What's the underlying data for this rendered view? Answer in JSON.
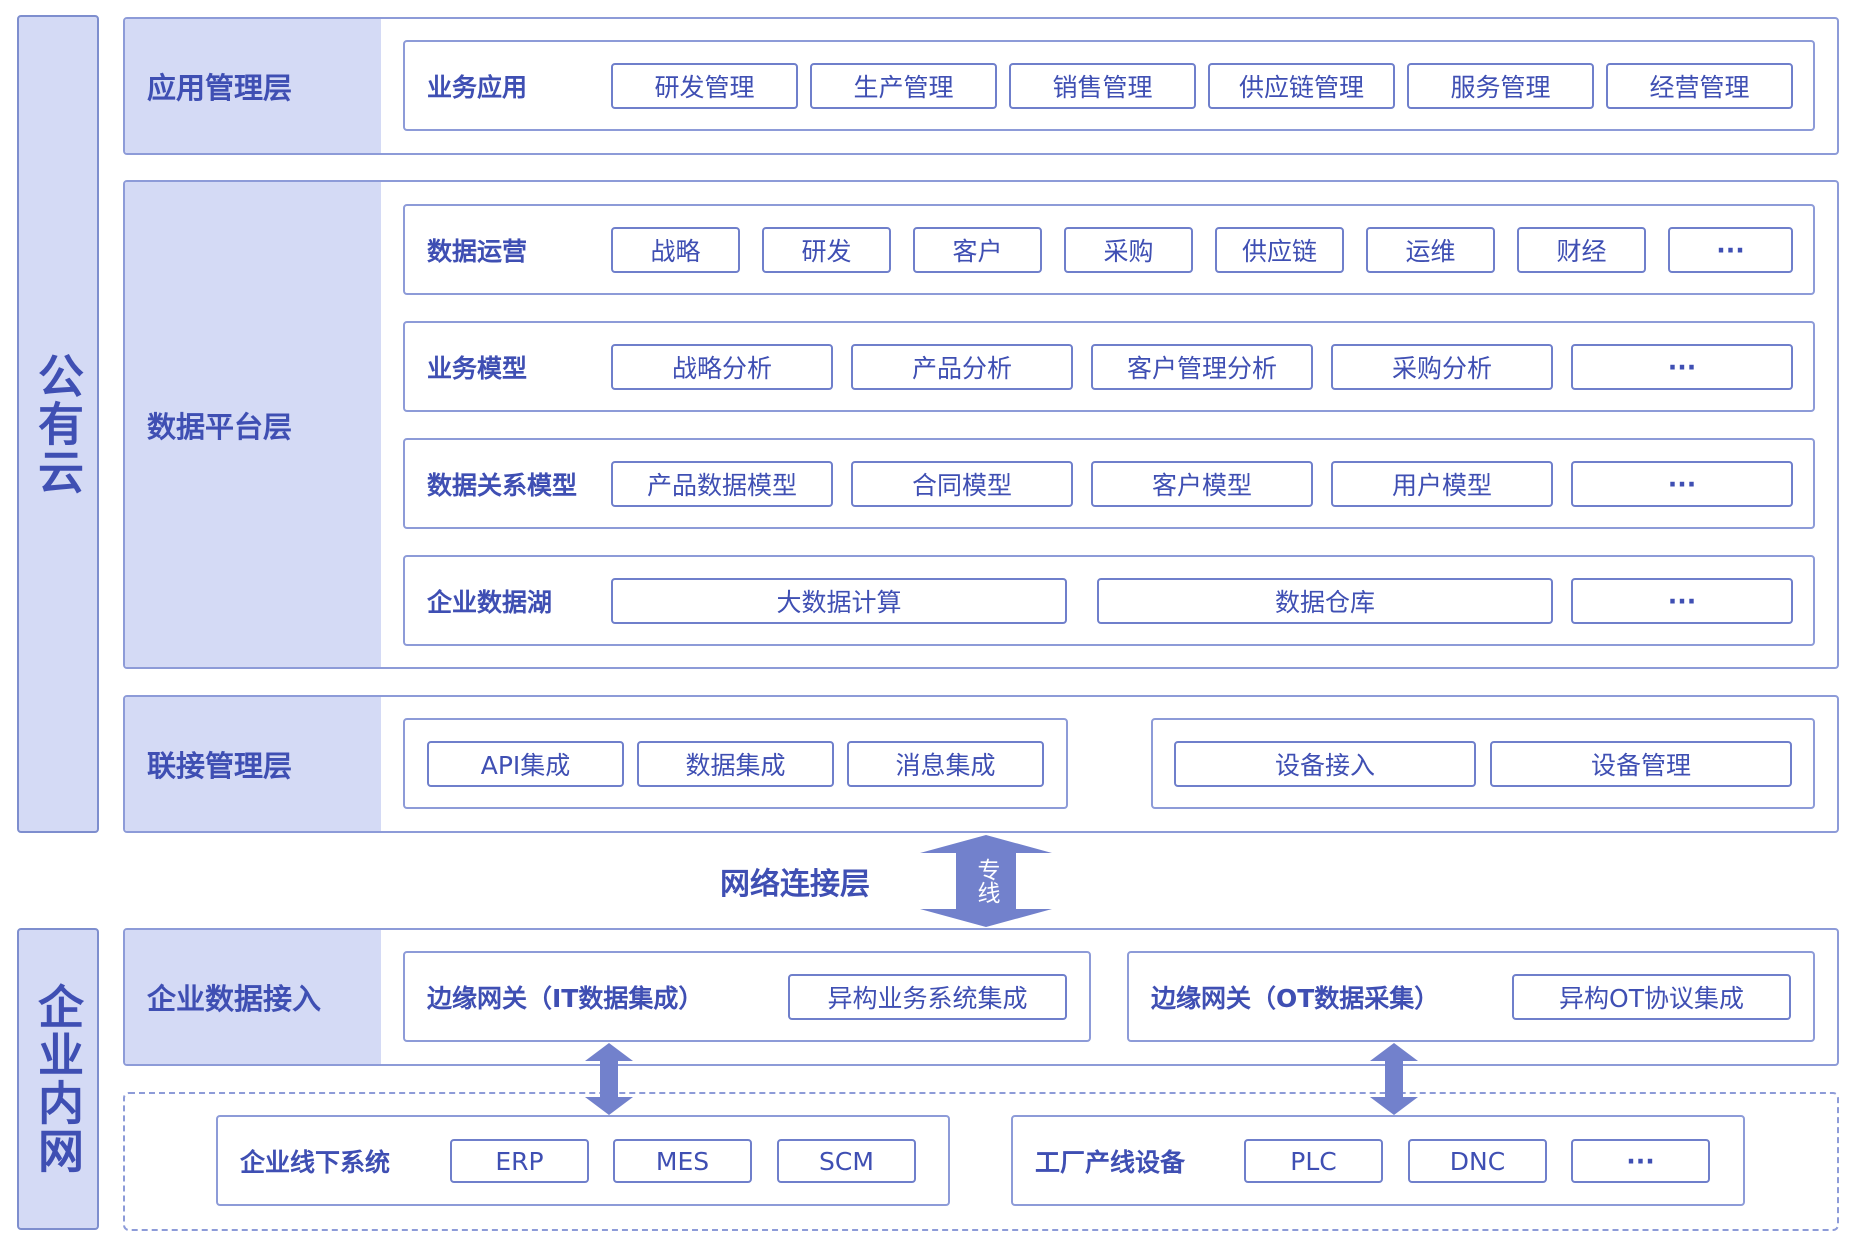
{
  "side": {
    "public_cloud": "公有云",
    "intranet": "企业内网"
  },
  "app_layer": {
    "title": "应用管理层",
    "row_label": "业务应用",
    "items": [
      "研发管理",
      "生产管理",
      "销售管理",
      "供应链管理",
      "服务管理",
      "经营管理"
    ]
  },
  "data_layer": {
    "title": "数据平台层",
    "ops": {
      "label": "数据运营",
      "items": [
        "战略",
        "研发",
        "客户",
        "采购",
        "供应链",
        "运维",
        "财经",
        "···"
      ]
    },
    "biz_model": {
      "label": "业务模型",
      "items": [
        "战略分析",
        "产品分析",
        "客户管理分析",
        "采购分析",
        "···"
      ]
    },
    "relation_model": {
      "label": "数据关系模型",
      "items": [
        "产品数据模型",
        "合同模型",
        "客户模型",
        "用户模型",
        "···"
      ]
    },
    "lake": {
      "label": "企业数据湖",
      "items": [
        "大数据计算",
        "数据仓库",
        "···"
      ]
    }
  },
  "conn_layer": {
    "title": "联接管理层",
    "left_items": [
      "API集成",
      "数据集成",
      "消息集成"
    ],
    "right_items": [
      "设备接入",
      "设备管理"
    ]
  },
  "network": {
    "title": "网络连接层",
    "arrow_label": "专线"
  },
  "access_layer": {
    "title": "企业数据接入",
    "it_label": "边缘网关（IT数据集成）",
    "it_item": "异构业务系统集成",
    "ot_label": "边缘网关（OT数据采集）",
    "ot_item": "异构OT协议集成"
  },
  "offline": {
    "label": "企业线下系统",
    "items": [
      "ERP",
      "MES",
      "SCM"
    ]
  },
  "factory": {
    "label": "工厂产线设备",
    "items": [
      "PLC",
      "DNC",
      "···"
    ]
  },
  "colors": {
    "primary_text": "#3f4fb3",
    "header_fill": "#d4daf5",
    "border": "#8d9bd8",
    "arrow": "#7281cc"
  }
}
